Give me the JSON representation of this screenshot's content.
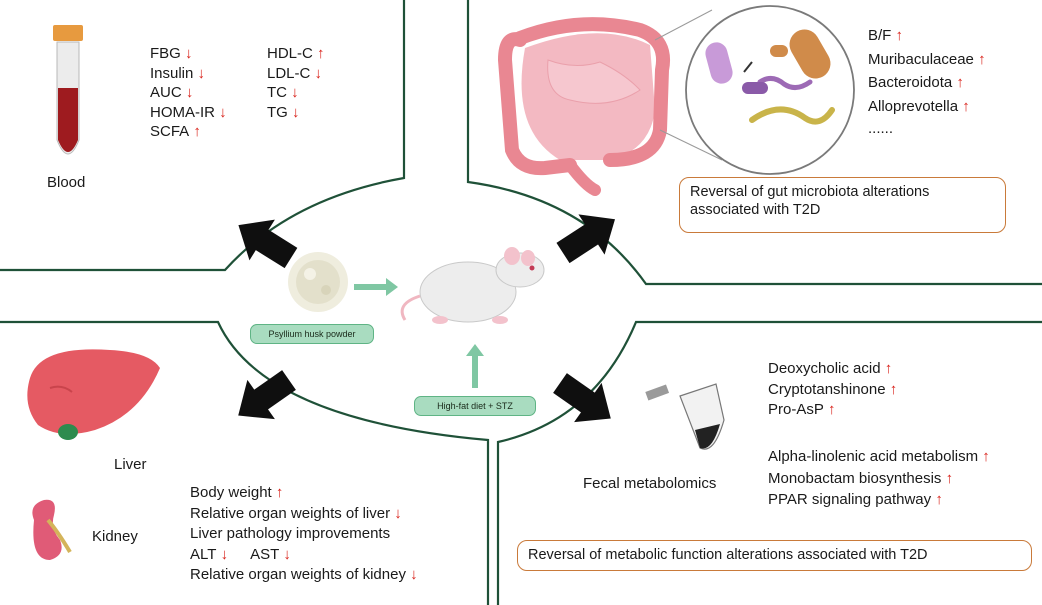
{
  "colors": {
    "frame": "#1f5138",
    "arrow": "#0f0f0f",
    "green_arrow": "#7fc7a3",
    "marker": "#d9231b",
    "box_border": "#c97a3a",
    "pill_bg": "#a9dcc0"
  },
  "icons": [
    "blood-tube-icon",
    "intestine-icon",
    "microbe-magnifier-icon",
    "liver-icon",
    "kidney-icon",
    "test-tube-icon",
    "psyllium-powder-icon",
    "rat-icon"
  ],
  "blood": {
    "label": "Blood",
    "col1": [
      {
        "text": "FBG",
        "dir": "down"
      },
      {
        "text": "Insulin",
        "dir": "down"
      },
      {
        "text": "AUC",
        "dir": "down"
      },
      {
        "text": "HOMA-IR",
        "dir": "down"
      },
      {
        "text": "SCFA",
        "dir": "up"
      }
    ],
    "col2": [
      {
        "text": "HDL-C",
        "dir": "up"
      },
      {
        "text": "LDL-C",
        "dir": "down"
      },
      {
        "text": "TC",
        "dir": "down"
      },
      {
        "text": "TG",
        "dir": "down"
      }
    ]
  },
  "gut": {
    "items": [
      {
        "text": "B/F",
        "dir": "up"
      },
      {
        "text": "Muribaculaceae",
        "dir": "up"
      },
      {
        "text": "Bacteroidota",
        "dir": "up"
      },
      {
        "text": "Alloprevotella",
        "dir": "up"
      }
    ],
    "ellipsis": "......",
    "box_line1": "Reversal of gut microbiota alterations",
    "box_line2": "associated with T2D"
  },
  "center": {
    "powder_label": "Psyllium husk powder",
    "diet_label": "High-fat diet + STZ"
  },
  "organs": {
    "liver_label": "Liver",
    "kidney_label": "Kidney",
    "items": [
      {
        "text": "Body weight",
        "dir": "up"
      },
      {
        "text": "Relative organ weights of liver",
        "dir": "down"
      },
      {
        "text": "Liver pathology improvements",
        "dir": ""
      },
      {
        "text": "Relative organ weights of kidney",
        "dir": "down"
      }
    ],
    "alt": {
      "text": "ALT",
      "dir": "down"
    },
    "ast": {
      "text": "AST",
      "dir": "down"
    }
  },
  "metabolomics": {
    "label": "Fecal metabolomics",
    "group1": [
      {
        "text": "Deoxycholic acid",
        "dir": "up"
      },
      {
        "text": "Cryptotanshinone",
        "dir": "up"
      },
      {
        "text": "Pro-AsP",
        "dir": "up"
      }
    ],
    "group2": [
      {
        "text": "Alpha-linolenic acid metabolism",
        "dir": "up"
      },
      {
        "text": "Monobactam biosynthesis",
        "dir": "up"
      },
      {
        "text": "PPAR signaling pathway",
        "dir": "up"
      }
    ],
    "box": "Reversal of metabolic function alterations associated with T2D"
  }
}
